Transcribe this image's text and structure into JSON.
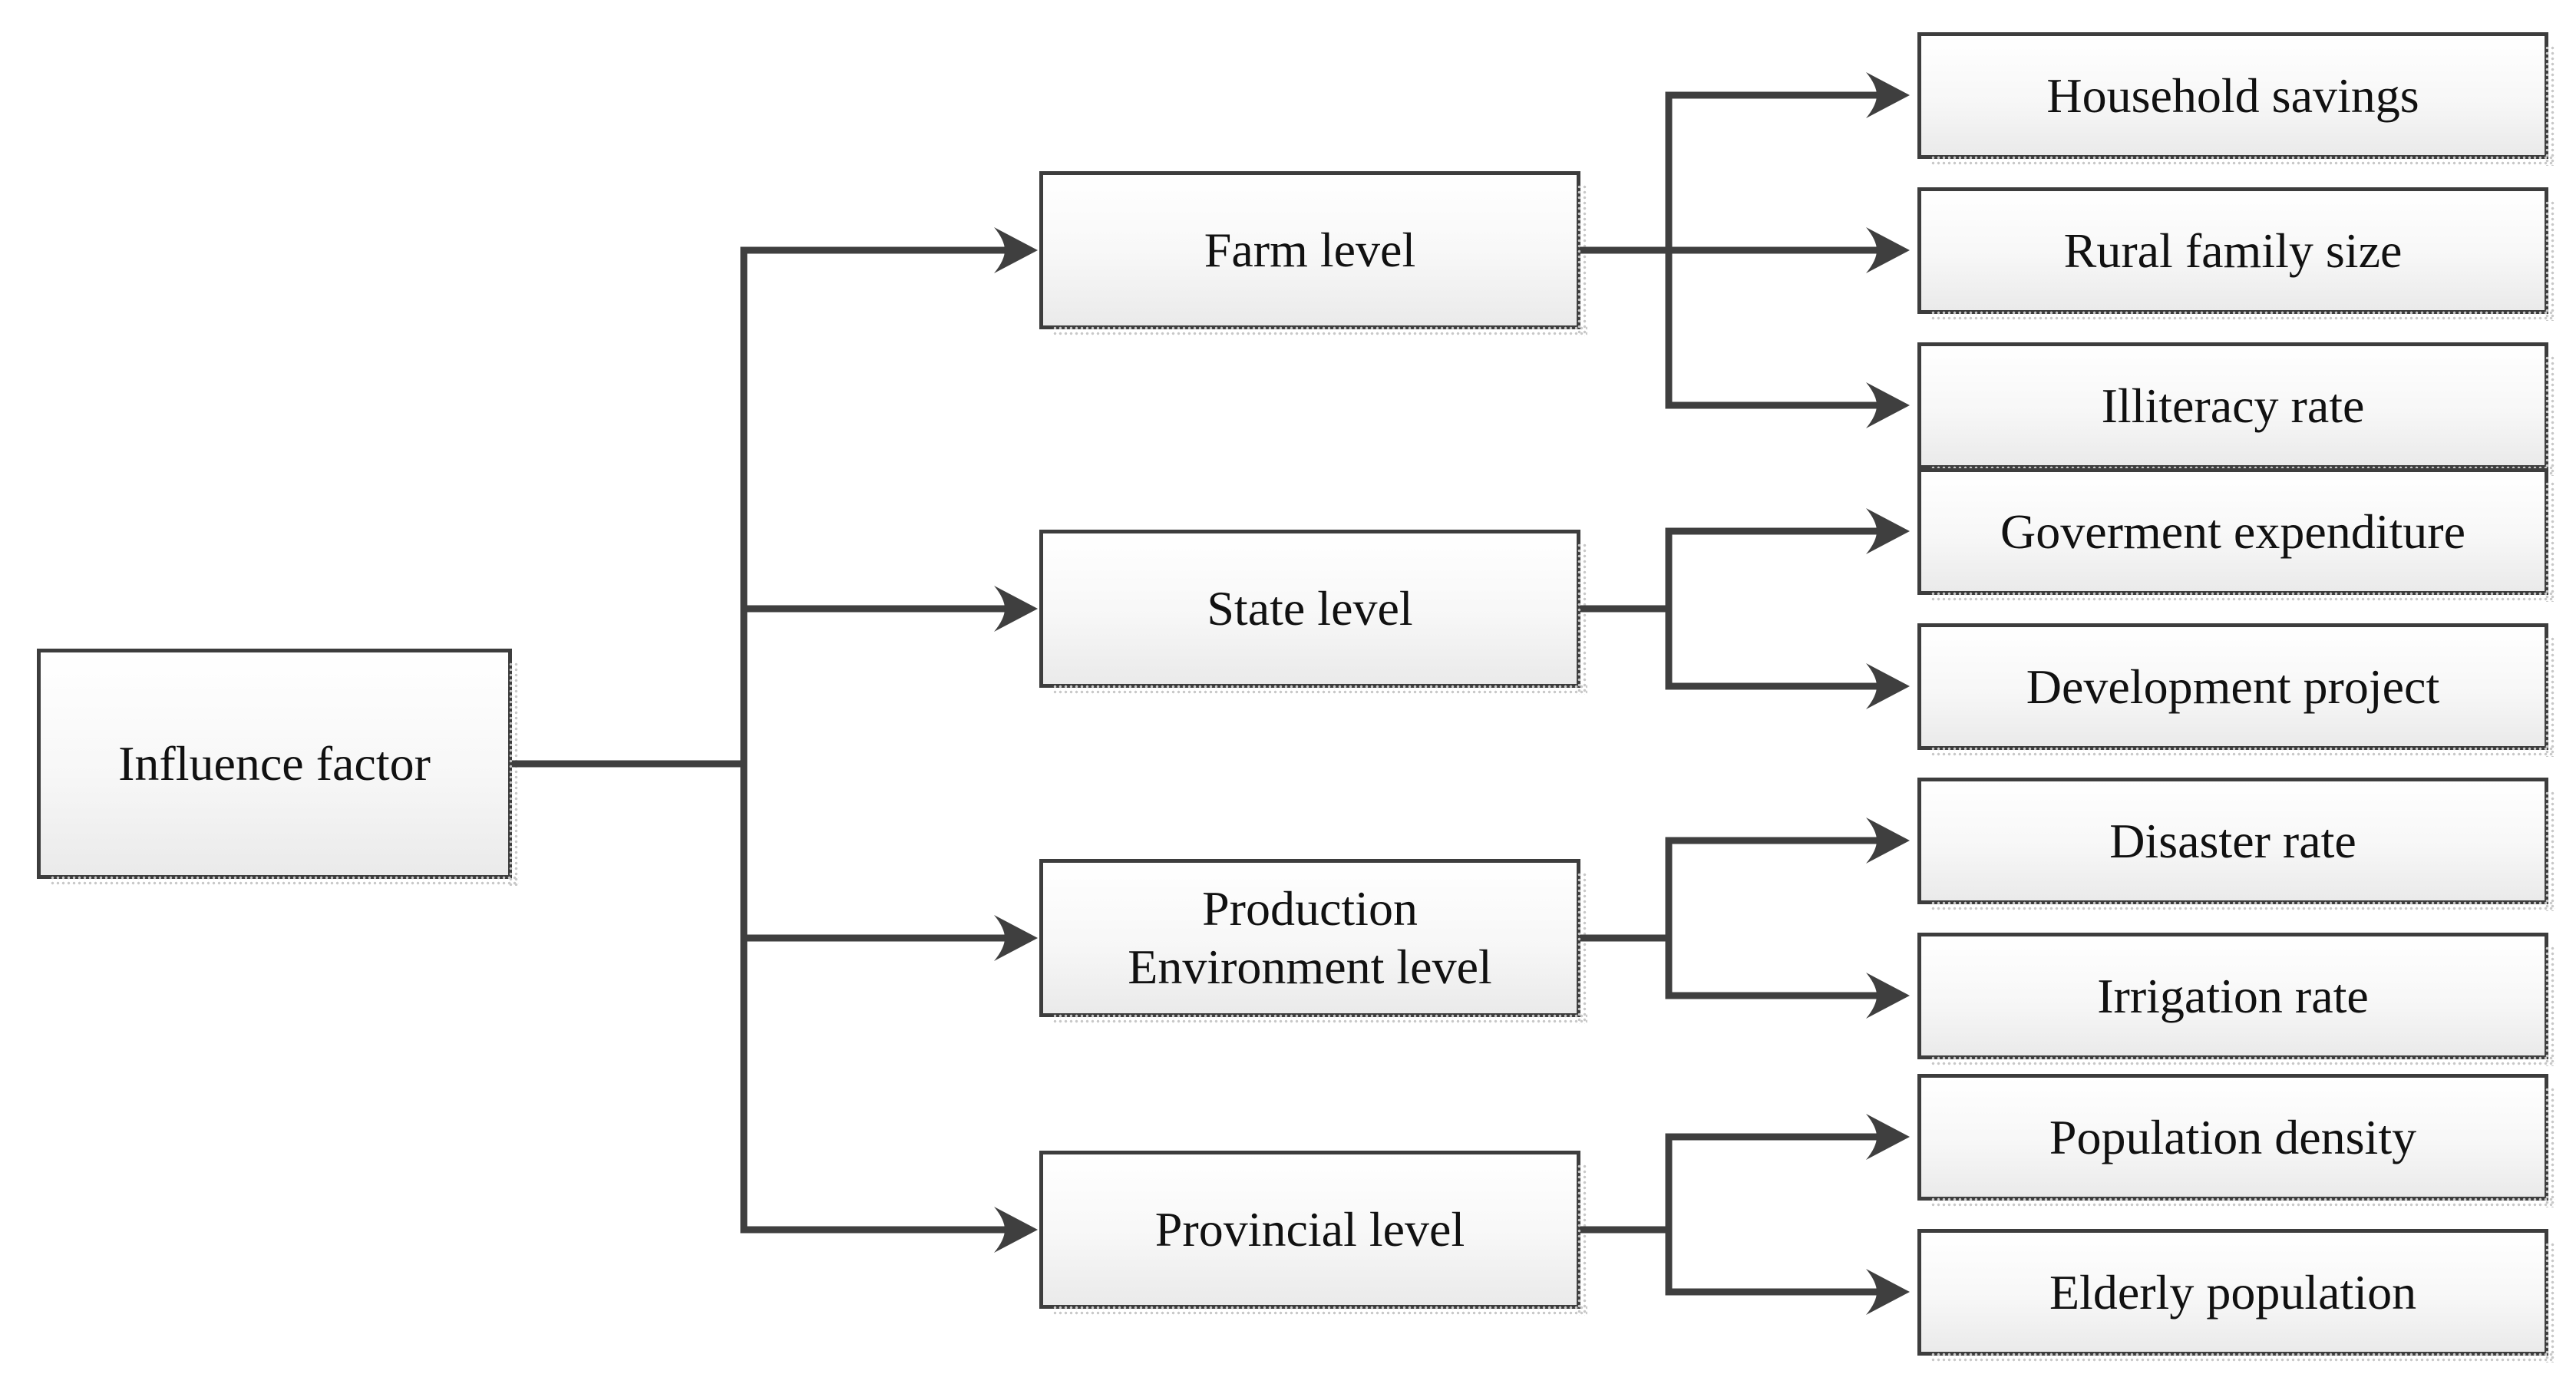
{
  "figure": {
    "type": "hierarchy-flow-diagram",
    "root": {
      "label": "Influence factor"
    },
    "branches": [
      {
        "label": "Farm level",
        "children": [
          {
            "label": "Household savings"
          },
          {
            "label": "Rural family size"
          },
          {
            "label": "Illiteracy rate"
          }
        ]
      },
      {
        "label": "State level",
        "children": [
          {
            "label": "Goverment expenditure"
          },
          {
            "label": "Development project"
          }
        ]
      },
      {
        "label": "Production\nEnvironment level",
        "children": [
          {
            "label": "Disaster rate"
          },
          {
            "label": "Irrigation rate"
          }
        ]
      },
      {
        "label": "Provincial level",
        "children": [
          {
            "label": "Population density"
          },
          {
            "label": "Elderly population"
          }
        ]
      }
    ],
    "colors": {
      "connector": "#3f3f3f",
      "box-border": "#3d3d3d",
      "box-fill-top": "#ffffff",
      "box-fill-bottom": "#eaeaea",
      "shadow-dot": "#c8c8c8",
      "text": "#111111",
      "background": "#ffffff"
    }
  }
}
